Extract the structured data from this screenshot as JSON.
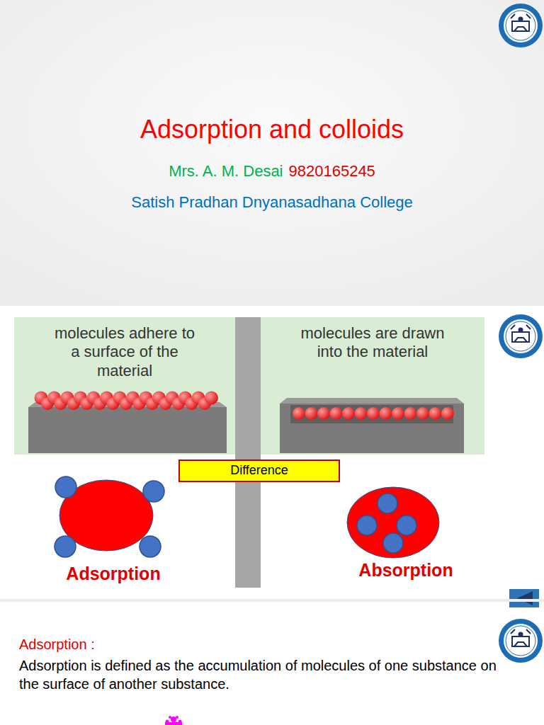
{
  "diagram": {
    "title": "Adsorption and colloids",
    "nodes": [
      {
        "text": [
          "molecules adhere to a surface of the material"
        ]
      },
      {
        "text": [
          "molecules are drawn into the material"
        ]
      },
      {
        "text": [
          "Difference"
        ]
      }
    ],
    "labels": [
      "Mrs. A. M. Desai",
      "9820165245",
      "Satish Pradhan Dnyanasadhana College",
      "Adsorption",
      "Absorption",
      "Adsorption :",
      "Adsorption is defined as the accumulation of molecules of one substance on the surface of another substance."
    ]
  }
}
